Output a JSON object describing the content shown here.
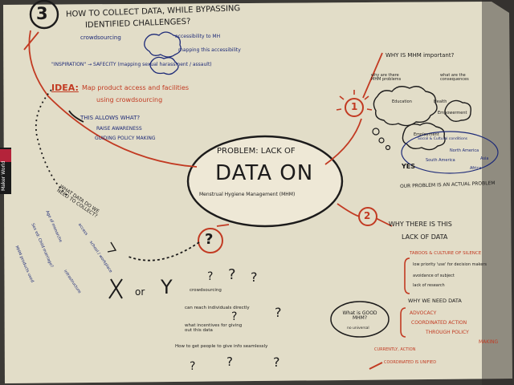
{
  "colors": {
    "paper": "#ece6d4",
    "wall": "#c9c2ad",
    "ink_black": "#1c1b1b",
    "ink_red": "#c23a22",
    "ink_blue": "#1d2a78",
    "bubble_fill": "#f0ebdc"
  },
  "center": {
    "problem": "PROBLEM: LACK OF",
    "data_on": "DATA ON",
    "subtitle": "Menstrual Hygiene Management (MHM)"
  },
  "step1": {
    "number": "1",
    "heading": "WHY IS MHM important?",
    "why_are_there": "why are there MHM problems",
    "consequences": "what are the consequences",
    "cloud_1": "Education",
    "cloud_2": "Health",
    "cloud_3": "Empowerment",
    "cloud_4": "Employment",
    "social": "Social & Cultural conditions",
    "regions": [
      "North America",
      "Asia",
      "South America",
      "Africa"
    ],
    "yes": "YES",
    "problem_actual": "OUR PROBLEM IS AN ACTUAL PROBLEM"
  },
  "step2": {
    "number": "2",
    "heading_1": "WHY THERE IS THIS",
    "heading_2": "LACK OF DATA",
    "reasons": [
      "TABOOS & CULTURE OF SILENCE",
      "low priority 'use' for decision makers",
      "avoidance of subject",
      "lack of research"
    ],
    "need_heading": "WHY WE NEED DATA",
    "need_items": [
      "ADVOCACY",
      "COORDINATED ACTION",
      "THROUGH POLICY",
      "MAKING"
    ],
    "currently": "CURRENTLY, ACTION",
    "not_unified": "COORDINATED IS UNIFIED",
    "good_q": "What is GOOD MHM?",
    "no_universal": "no universal"
  },
  "step3": {
    "number": "3",
    "heading_1": "HOW TO COLLECT DATA, WHILE BYPASSING",
    "heading_2": "IDENTIFIED CHALLENGES?",
    "crowdsourcing": "crowdsourcing",
    "access": "accessibility to MH",
    "mapping": "mapping this accessibility",
    "inspiration": "\"INSPIRATION\" → SAFECITY (mapping sexual harassment / assault)",
    "idea": "IDEA:",
    "idea_text_1": "Map product access and facilities",
    "idea_text_2": "using crowdsourcing",
    "allows": "THIS ALLOWS WHAT?",
    "allows_1": "RAISE AWARENESS",
    "allows_2": "GUIDING POLICY MAKING"
  },
  "step_q": {
    "mark": "?",
    "what_data": "WHAT DATA DO WE NEED TO COLLECT?",
    "left_notes": [
      "Age of menarche",
      "Sex ed: Child marriage?",
      "MHM products used",
      "access",
      "school / workplace",
      "infrastructure"
    ],
    "x_mark": "X",
    "or": "or",
    "y": "Y",
    "y_items": [
      "crowdsourcing",
      "can reach individuals directly",
      "what incentives for giving out this data",
      "How to get people to give info seamlessly"
    ]
  },
  "badge": {
    "line_1": "Maker",
    "line_2": "World"
  }
}
